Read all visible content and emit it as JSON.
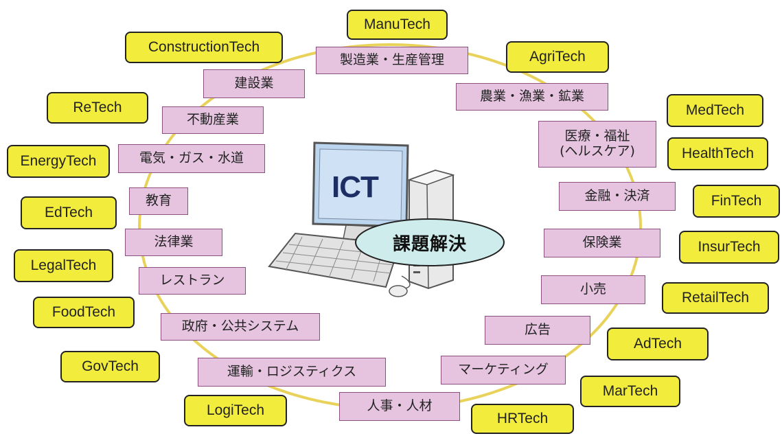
{
  "center": {
    "ict": "ICT",
    "label": "課題解決"
  },
  "industries": [
    "製造業・生産管理",
    "農業・漁業・鉱業",
    "医療・福祉\n(ヘルスケア)",
    "金融・決済",
    "保険業",
    "小売",
    "広告",
    "マーケティング",
    "人事・人材",
    "運輸・ロジスティクス",
    "政府・公共システム",
    "レストラン",
    "法律業",
    "教育",
    "電気・ガス・水道",
    "不動産業",
    "建設業"
  ],
  "techs": [
    "ManuTech",
    "AgriTech",
    "MedTech",
    "HealthTech",
    "FinTech",
    "InsurTech",
    "RetailTech",
    "AdTech",
    "MarTech",
    "HRTech",
    "LogiTech",
    "GovTech",
    "FoodTech",
    "LegalTech",
    "EdTech",
    "EnergyTech",
    "ReTech",
    "ConstructionTech"
  ],
  "colors": {
    "ring": "#e9d25a",
    "industry_fill": "#e6c4e0",
    "industry_border": "#8a4f7f",
    "tech_fill": "#f2ec3c",
    "tech_border": "#222222",
    "bubble_fill": "#cfecec"
  },
  "icons": [
    "desktop-computer-icon",
    "keyboard-icon",
    "mouse-icon"
  ]
}
